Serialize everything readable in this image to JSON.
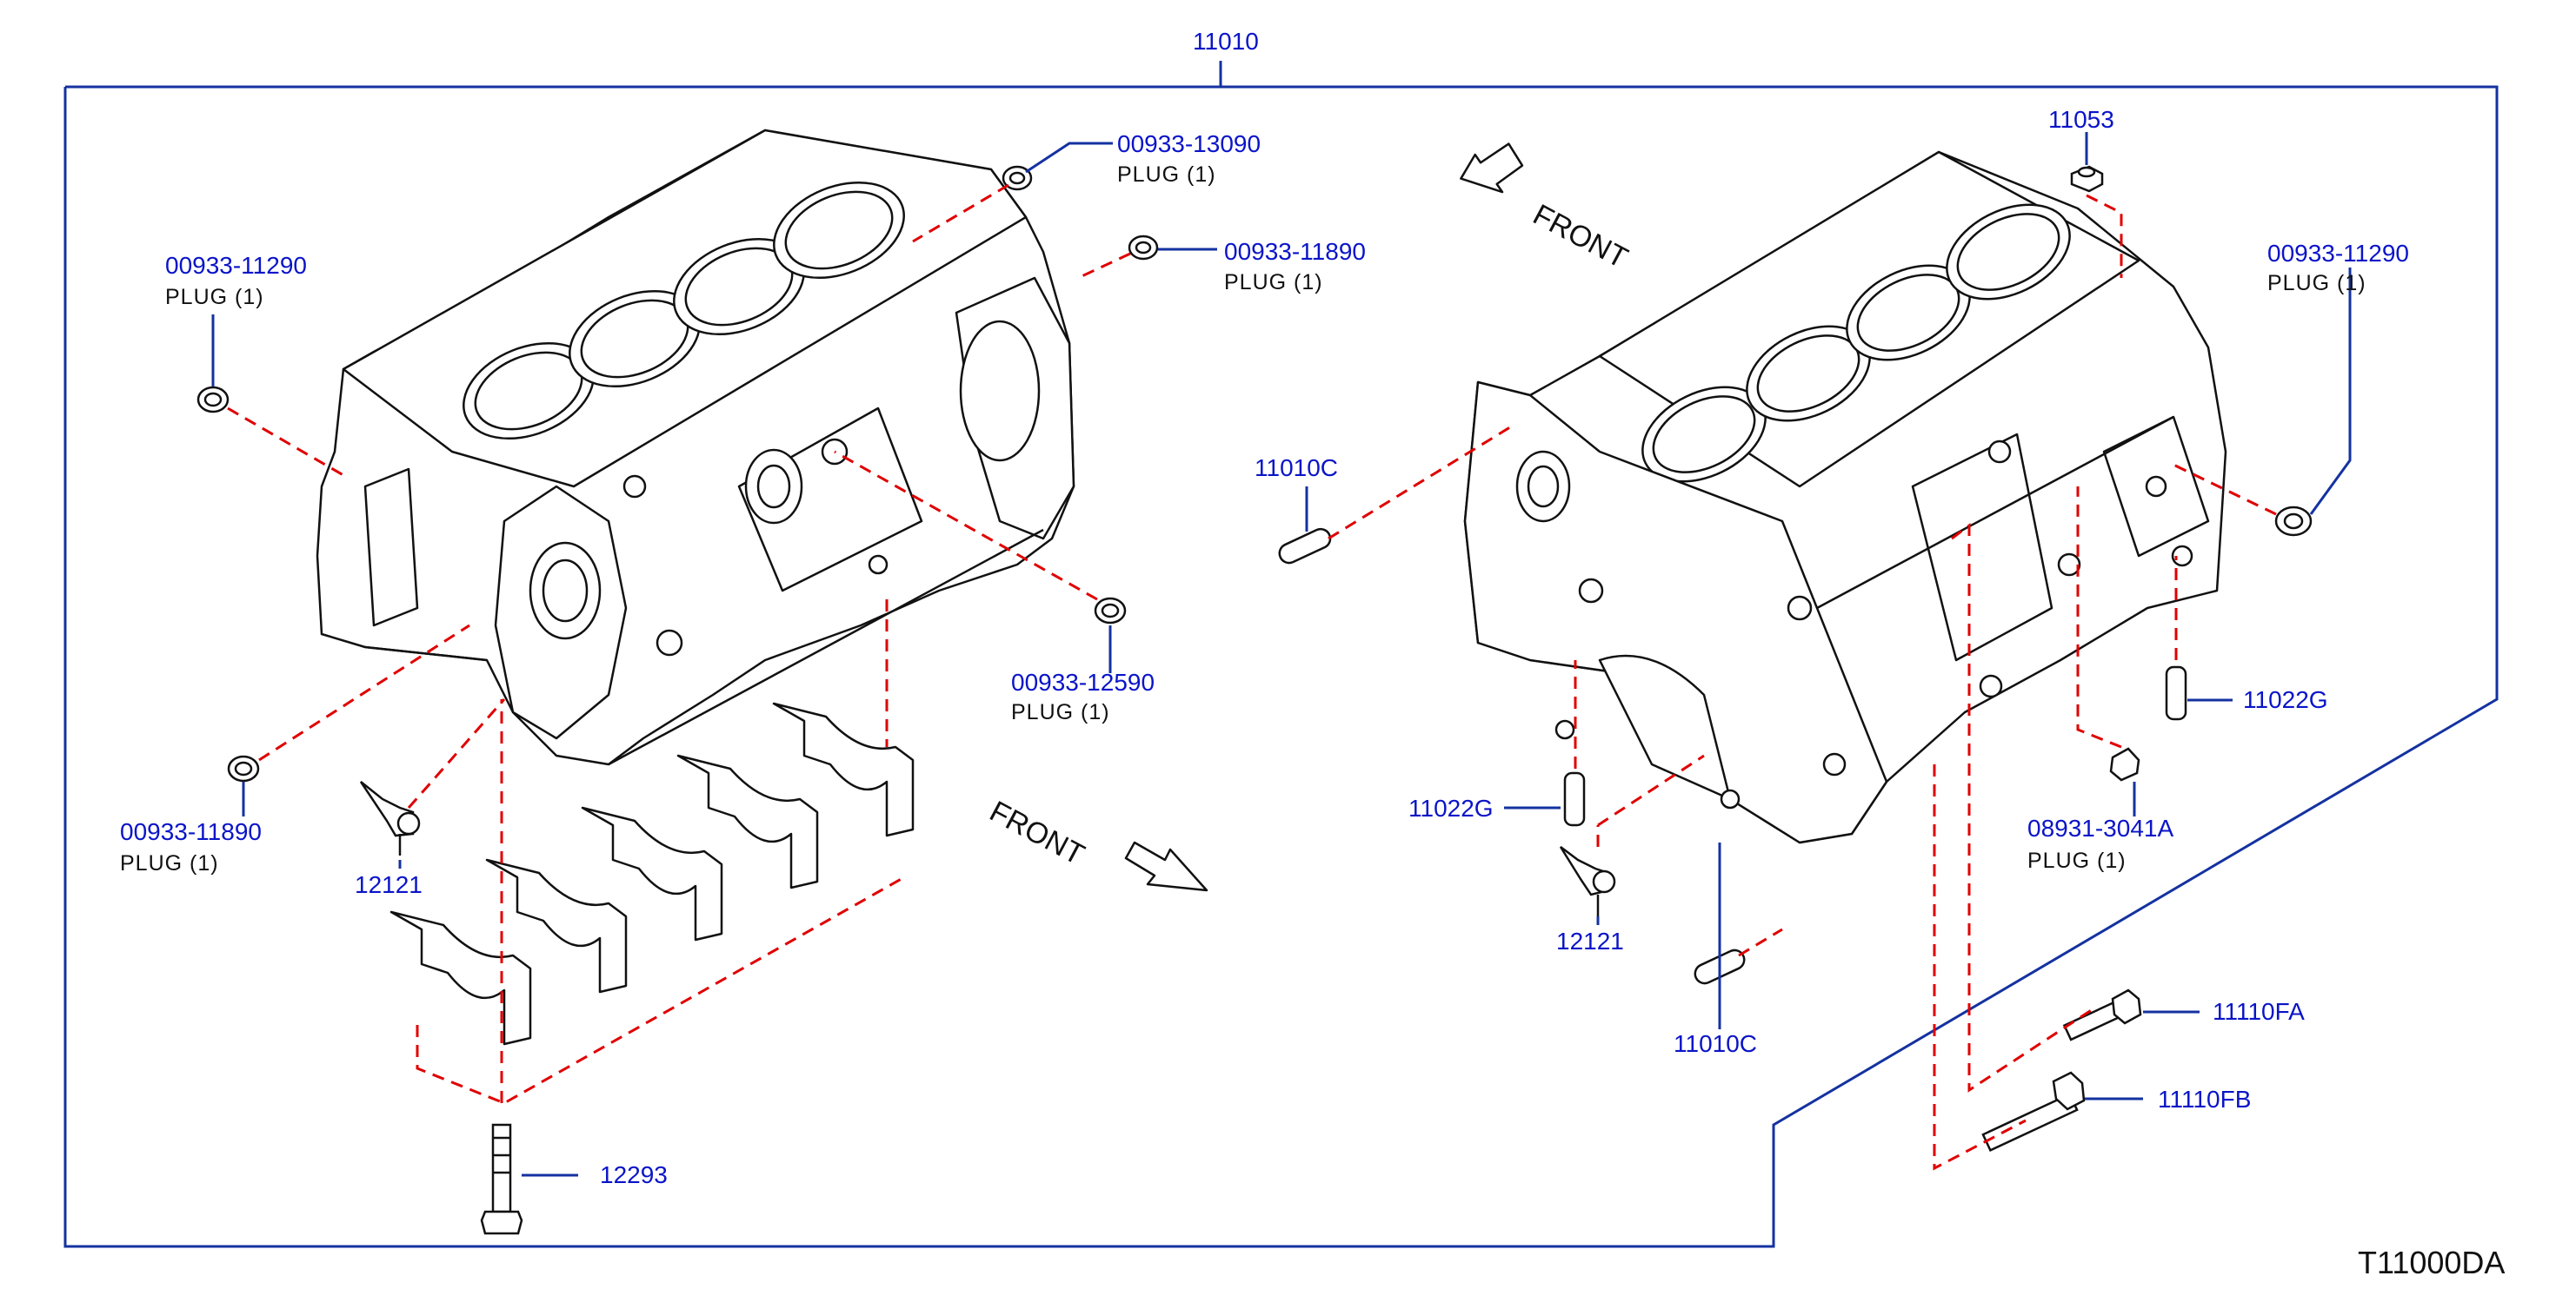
{
  "diagram": {
    "assembly_number": "11010",
    "reference_code": "T11000DA",
    "front_label": "FRONT",
    "parts": [
      {
        "id": "p1",
        "number": "00933-13090",
        "desc": "PLUG   (1)"
      },
      {
        "id": "p2",
        "number": "00933-11890",
        "desc": "PLUG   (1)"
      },
      {
        "id": "p3",
        "number": "00933-11290",
        "desc": "PLUG   (1)"
      },
      {
        "id": "p4",
        "number": "00933-11890",
        "desc": "PLUG   (1)"
      },
      {
        "id": "p5",
        "number": "00933-12590",
        "desc": "PLUG   (1)"
      },
      {
        "id": "p6",
        "number": "12121"
      },
      {
        "id": "p7",
        "number": "12293"
      },
      {
        "id": "p8",
        "number": "11053"
      },
      {
        "id": "p9",
        "number": "00933-11290",
        "desc": "PLUG   (1)"
      },
      {
        "id": "p10",
        "number": "11010C"
      },
      {
        "id": "p11",
        "number": "11022G"
      },
      {
        "id": "p12",
        "number": "11022G"
      },
      {
        "id": "p13",
        "number": "08931-3041A",
        "desc": "PLUG   (1)"
      },
      {
        "id": "p14",
        "number": "12121"
      },
      {
        "id": "p15",
        "number": "11010C"
      },
      {
        "id": "p16",
        "number": "11110FA"
      },
      {
        "id": "p17",
        "number": "11110FB"
      }
    ]
  },
  "colors": {
    "label_blue": "#0a14c8",
    "frame_blue": "#1432a0",
    "leader_red": "#e00000",
    "line_black": "#111111"
  }
}
